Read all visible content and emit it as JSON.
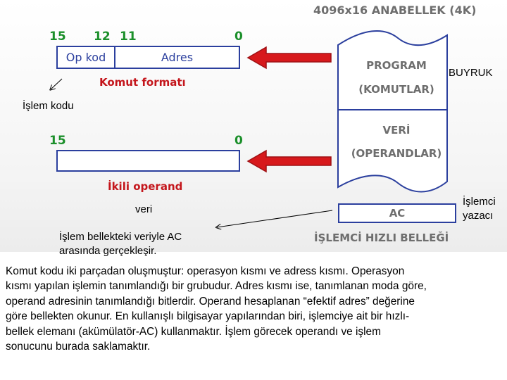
{
  "memory": {
    "title": "4096x16 ANABELLEK (4K)",
    "program_line1": "PROGRAM",
    "program_line2": "(KOMUTLAR)",
    "data_line1": "VERİ",
    "data_line2": "(OPERANDLAR)",
    "register": "AC",
    "register_caption": "İŞLEMCİ HIZLI BELLEĞİ"
  },
  "instruction_format": {
    "bits": [
      "15",
      "12",
      "11",
      "0"
    ],
    "fields": [
      "Op kod",
      "Adres"
    ],
    "caption": "Komut formatı"
  },
  "binary_operand": {
    "bits": [
      "15",
      "0"
    ],
    "caption": "İkili operand"
  },
  "annotations": {
    "buyruk": "BUYRUK",
    "islem_kodu": "İşlem kodu",
    "veri": "veri",
    "islemci_yazaci_line1": "İşlemci",
    "islemci_yazaci_line2": "yazacı",
    "islem_bellek_line1": "İşlem bellekteki veriyle AC",
    "islem_bellek_line2": "arasında gerçekleşir."
  },
  "paragraph": [
    "Komut kodu iki parçadan oluşmuştur: operasyon kısmı ve adress kısmı. Operasyon",
    "kısmı yapılan işlemin tanımlandığı bir grubudur. Adres kısmı ise, tanımlanan moda göre,",
    "operand adresinin tanımlandığı bitlerdir. Operand hesaplanan “efektif adres” değerine",
    "göre bellekten okunur. En kullanışlı bilgisayar yapılarından biri, işlemciye ait bir hızlı-",
    "bellek elemanı (akümülatör-AC) kullanmaktır. İşlem görecek operandı ve işlem",
    "sonucunu burada saklamaktır."
  ],
  "colors": {
    "bit_numbers": "#1b8f2a",
    "box_border": "#2b3f9e",
    "captions": "#c4161c",
    "memory_text": "#6e6e6e",
    "arrows": "#d7191c"
  }
}
